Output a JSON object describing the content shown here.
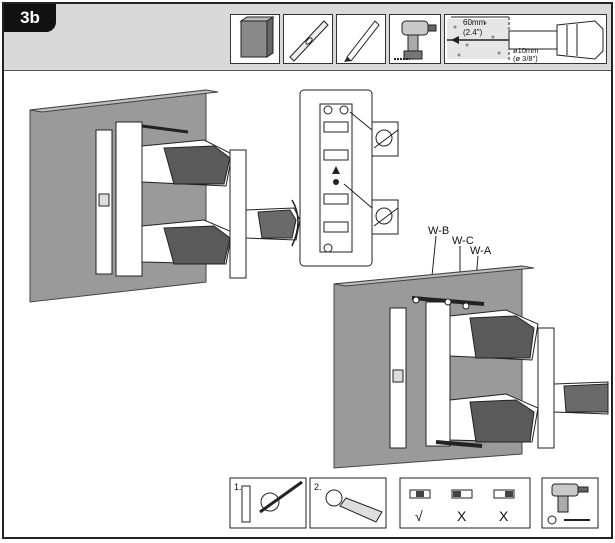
{
  "step": {
    "label": "3b"
  },
  "drill_spec": {
    "depth_mm": "60mm",
    "depth_in": "(2.4\")",
    "diameter_mm": "ø10mm",
    "diameter_in": "(ø 3/8\")"
  },
  "bolt_labels": [
    "W-B",
    "W-C",
    "W-A"
  ],
  "bottom_steps": {
    "step1": "1.",
    "step2": "2."
  },
  "level_results": [
    {
      "label": "level-ok",
      "mark": "√"
    },
    {
      "label": "level-tilted-left",
      "mark": "X"
    },
    {
      "label": "level-tilted-right",
      "mark": "X"
    }
  ],
  "colors": {
    "wall": "#9a9a9a",
    "header_band": "#d9d9d9",
    "badge": "#111111"
  }
}
